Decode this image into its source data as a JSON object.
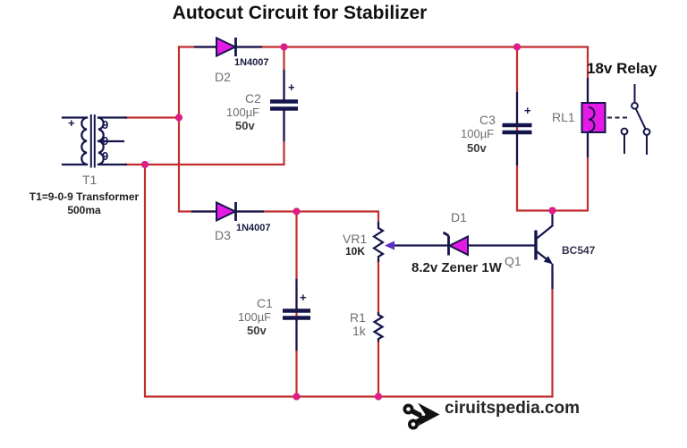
{
  "title": "Autocut Circuit for Stabilizer",
  "colors": {
    "wire_red": "#c22e2e",
    "symbol_navy": "#15154d",
    "device_magenta": "#e51be5",
    "junction_pink": "#dc1e86",
    "wiper_arrow_violet": "#5b2ec5",
    "designator_gray": "#6e6e6e",
    "label_dark": "#1f1f1f"
  },
  "transformer": {
    "designator": "T1",
    "plus": "+",
    "tap_top": "9",
    "tap_mid": "0",
    "tap_bottom": "9",
    "spec": "T1=9-0-9 Transformer",
    "current": "500ma"
  },
  "diode_d2": {
    "designator": "D2",
    "part": "1N4007"
  },
  "diode_d3": {
    "designator": "D3",
    "part": "1N4007"
  },
  "zener_d1": {
    "designator": "D1",
    "spec": "8.2v Zener 1W"
  },
  "cap_c1": {
    "designator": "C1",
    "value": "100µF",
    "rating": "50v",
    "plus": "+"
  },
  "cap_c2": {
    "designator": "C2",
    "value": "100µF",
    "rating": "50v",
    "plus": "+"
  },
  "cap_c3": {
    "designator": "C3",
    "value": "100µF",
    "rating": "50v",
    "plus": "+"
  },
  "pot_vr1": {
    "designator": "VR1",
    "value": "10K"
  },
  "res_r1": {
    "designator": "R1",
    "value": "1k"
  },
  "transistor_q1": {
    "designator": "Q1",
    "part": "BC547"
  },
  "relay_rl1": {
    "designator": "RL1",
    "label": "18v Relay"
  },
  "watermark": {
    "site": "ciruitspedia.com"
  }
}
